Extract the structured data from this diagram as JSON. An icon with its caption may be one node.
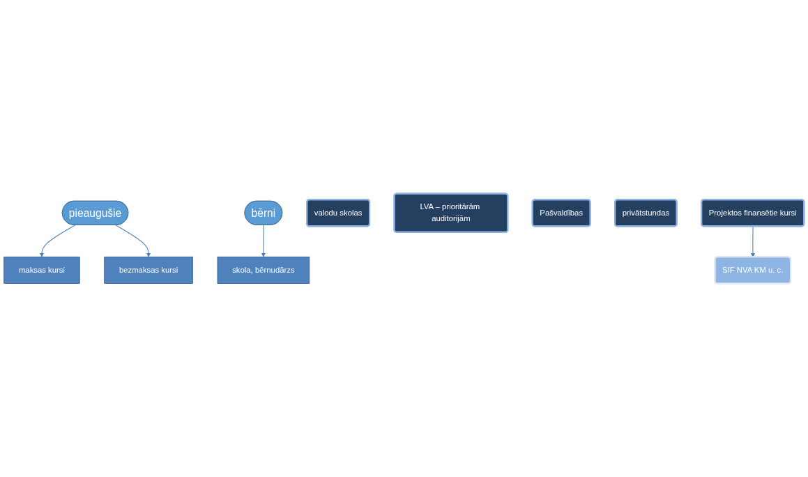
{
  "diagram": {
    "nodes": [
      {
        "text": [
          "pieaugušie"
        ]
      },
      {
        "text": [
          "bērni"
        ]
      },
      {
        "text": [
          "maksas kursi"
        ]
      },
      {
        "text": [
          "bezmaksas kursi"
        ]
      },
      {
        "text": [
          "skola, bērnudārzs"
        ]
      },
      {
        "text": [
          "valodu skolas"
        ]
      },
      {
        "text": [
          "LVA – prioritārām auditorijām"
        ]
      },
      {
        "text": [
          "Pašvaldības"
        ]
      },
      {
        "text": [
          "privātstundas"
        ]
      },
      {
        "text": [
          "Projektos finansētie kursi"
        ]
      },
      {
        "text": [
          "SIF NVA KM u. c."
        ]
      }
    ],
    "edges": [
      {
        "from": 0,
        "to": 2,
        "arrow": "to"
      },
      {
        "from": 0,
        "to": 3,
        "arrow": "to"
      },
      {
        "from": 1,
        "to": 4,
        "arrow": "to"
      },
      {
        "from": 9,
        "to": 10,
        "arrow": "to"
      }
    ]
  }
}
